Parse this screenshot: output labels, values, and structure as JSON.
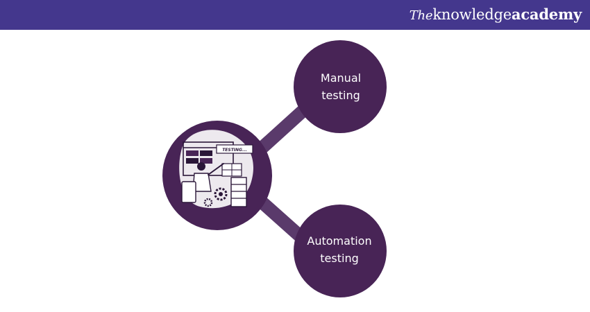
{
  "header": {
    "brand_the": "The",
    "brand_knowledge": "Knowledge",
    "brand_academy": "Academy"
  },
  "diagram": {
    "hub_icon_text": "TESTING...",
    "nodes": [
      {
        "line1": "Manual",
        "line2": "testing"
      },
      {
        "line1": "Automation",
        "line2": "testing"
      }
    ]
  },
  "colors": {
    "header": "#44378d",
    "circle": "#482456",
    "connector": "#5a3a6b",
    "text": "#ffffff"
  }
}
